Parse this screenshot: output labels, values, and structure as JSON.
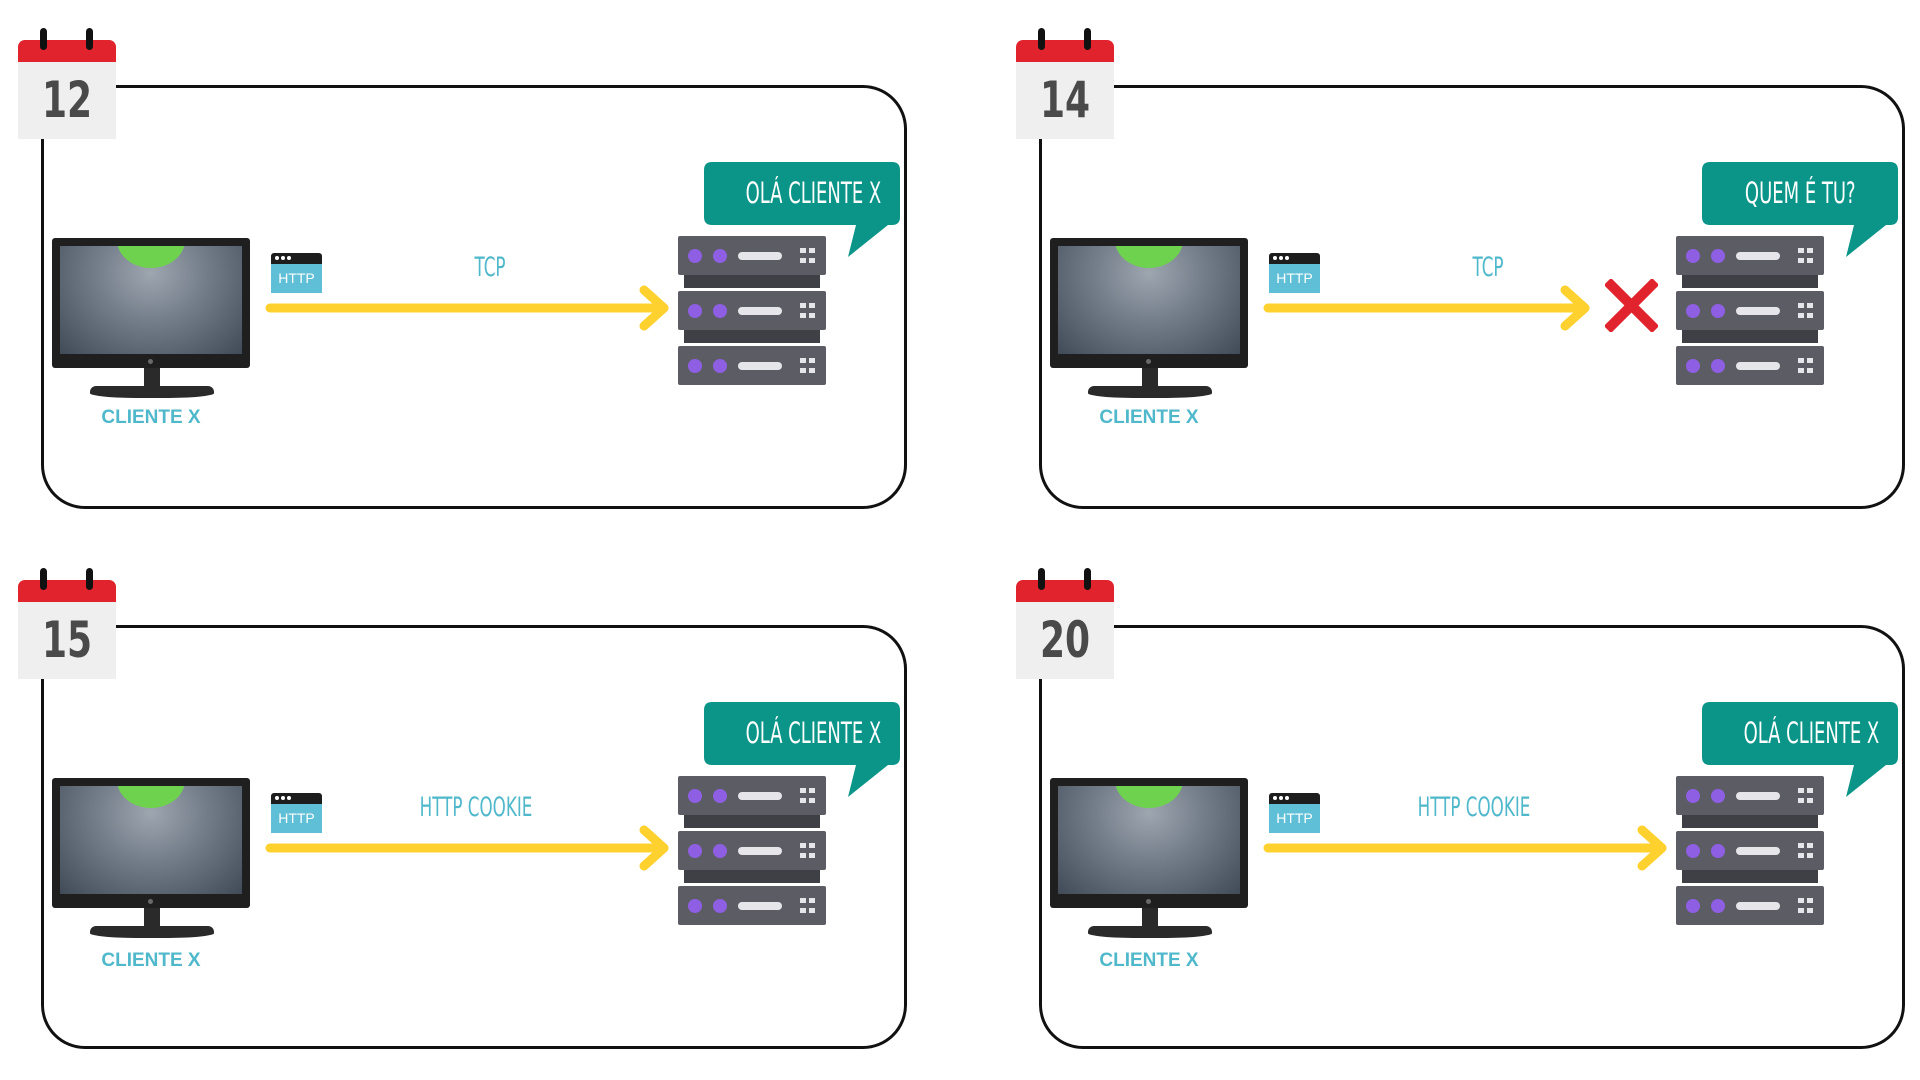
{
  "colors": {
    "calendar_header": "#e0232c",
    "arrow": "#ffd12e",
    "label_teal": "#4fb8cb",
    "bubble": "#0a9588",
    "server_led": "#8e5fe3",
    "error_x": "#e0232c",
    "monitor_glow": "#6fd24f"
  },
  "panels": [
    {
      "day": "12",
      "client_label": "CLIENTE X",
      "http_badge": "HTTP",
      "arrow_label": "TCP",
      "bubble": "OLÁ CLIENTE X",
      "rejected": false
    },
    {
      "day": "14",
      "client_label": "CLIENTE X",
      "http_badge": "HTTP",
      "arrow_label": "TCP",
      "bubble": "QUEM É TU?",
      "rejected": true
    },
    {
      "day": "15",
      "client_label": "CLIENTE X",
      "http_badge": "HTTP",
      "arrow_label": "HTTP COOKIE",
      "bubble": "OLÁ CLIENTE X",
      "rejected": false
    },
    {
      "day": "20",
      "client_label": "CLIENTE X",
      "http_badge": "HTTP",
      "arrow_label": "HTTP COOKIE",
      "bubble": "OLÁ CLIENTE X",
      "rejected": false
    }
  ],
  "icons": {
    "calendar": "calendar-icon",
    "monitor": "monitor-icon",
    "http": "browser-window-icon",
    "server": "server-rack-icon",
    "rejected": "cross-icon"
  }
}
